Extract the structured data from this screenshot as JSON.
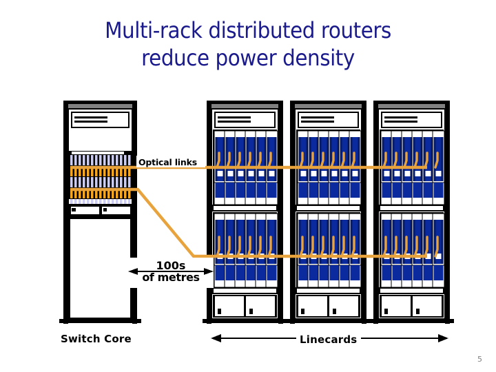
{
  "slide": {
    "title_line1": "Multi-rack distributed routers",
    "title_line2": "reduce power density",
    "title_color": "#1a1a8c",
    "page_number": "5",
    "background": "#ffffff"
  },
  "labels": {
    "optical_links": "Optical links",
    "distance_line1": "100s",
    "distance_line2": "of metres",
    "switch_core": "Switch Core",
    "linecards": "Linecards"
  },
  "colors": {
    "cable_orange": "#e8a33d",
    "card_blue": "#0b2a9e",
    "card_blue_dark": "#061a66",
    "card_lavender": "#ccccee",
    "card_orange": "#f5a623",
    "chassis_black": "#000000",
    "chassis_gray": "#808080",
    "chassis_white": "#ffffff",
    "page_number_gray": "#808080"
  },
  "diagram": {
    "type": "network-rack-illustration",
    "rack_count": 4,
    "switch_core_rack": {
      "index": 0,
      "label": "Switch Core",
      "fabric_card_rows": 4,
      "fabric_cards_per_row": 15,
      "row_colors": [
        "lavender",
        "orange",
        "lavender",
        "orange"
      ]
    },
    "linecard_racks": {
      "count": 3,
      "label": "Linecards",
      "cards_per_shelf": 6,
      "shelves": 2,
      "card_color": "blue"
    },
    "optical_cable_runs": 2,
    "cable_note": "orange optical fibres run from switch core fabric cards to all linecard racks"
  }
}
